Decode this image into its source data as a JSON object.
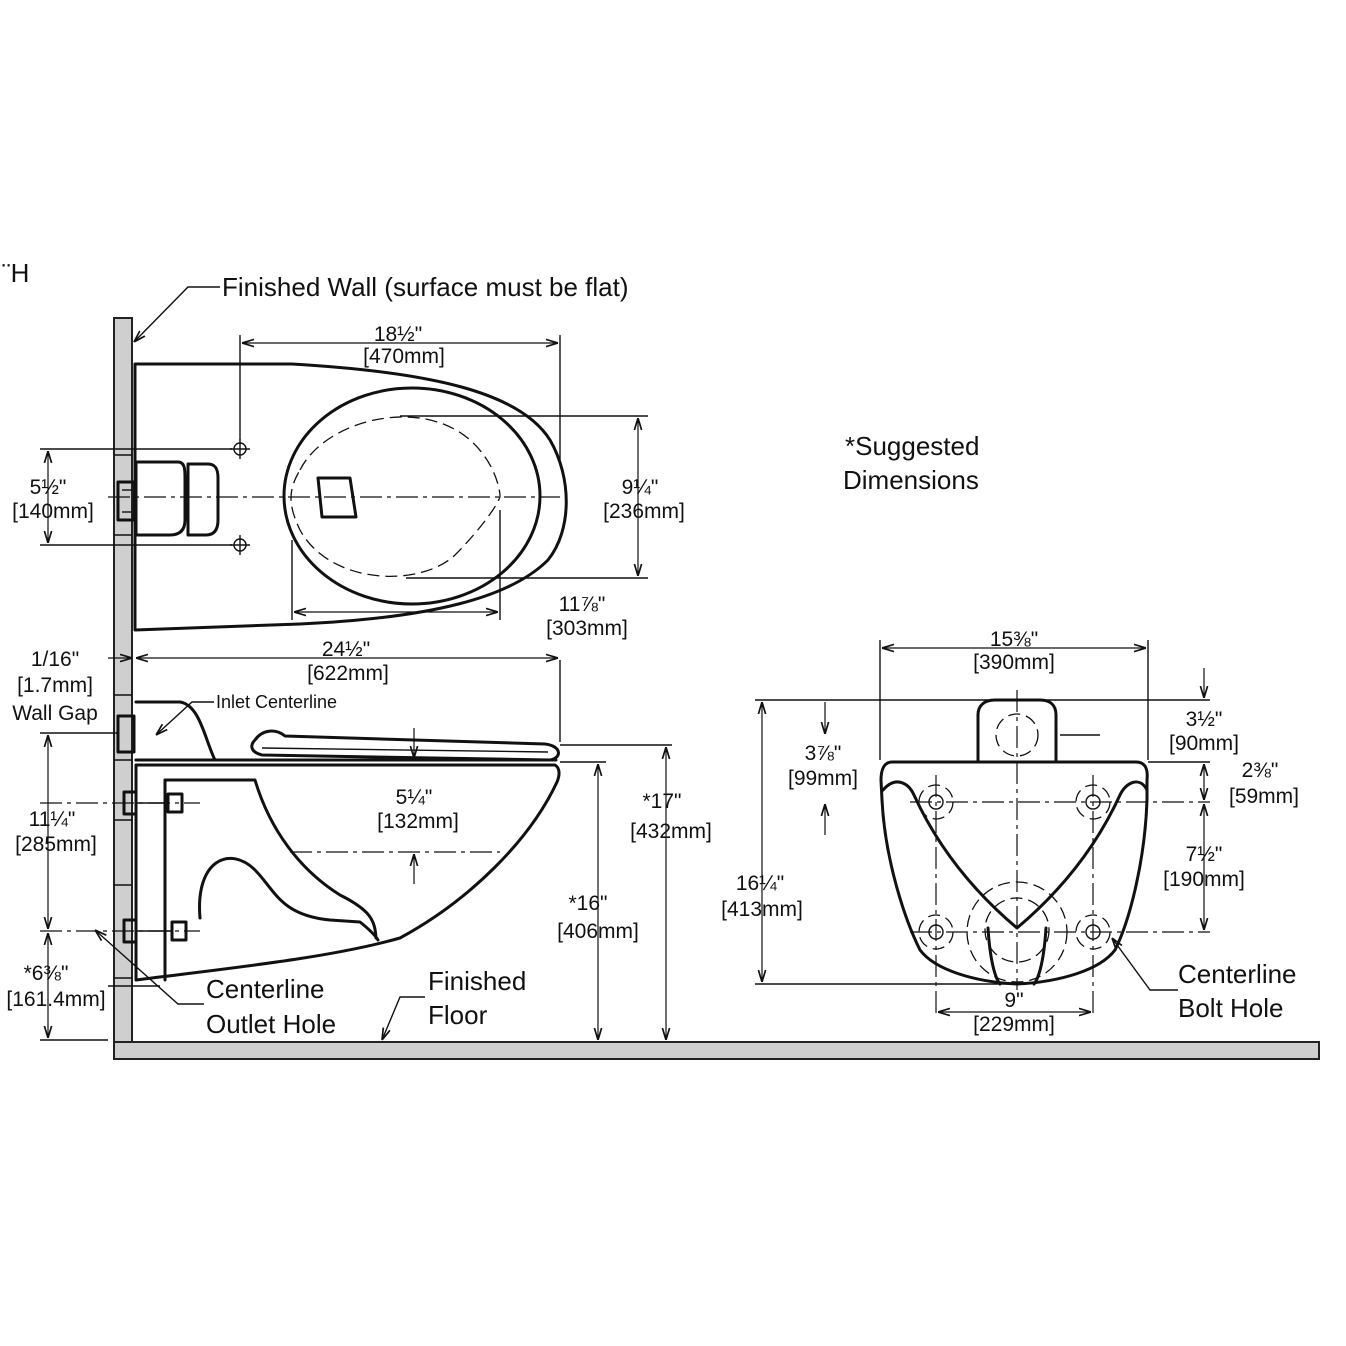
{
  "corner_label": "¨H",
  "labels": {
    "finished_wall": "Finished Wall (surface must be flat)",
    "suggested": "*Suggested",
    "dimensions": "Dimensions",
    "inlet_centerline": "Inlet Centerline",
    "wall_gap": "Wall Gap",
    "centerline": "Centerline",
    "outlet_hole": "Outlet Hole",
    "finished": "Finished",
    "floor": "Floor",
    "bolt_centerline": "Centerline",
    "bolt_hole": "Bolt Hole"
  },
  "dims": {
    "top_width": {
      "in": "18½\"",
      "mm": "[470mm]"
    },
    "top_mount": {
      "in": "5½\"",
      "mm": "[140mm]"
    },
    "top_height": {
      "in": "9¼\"",
      "mm": "[236mm]"
    },
    "top_seat": {
      "in": "11⅞\"",
      "mm": "[303mm]"
    },
    "gap": {
      "in": "1/16\"",
      "mm": "[1.7mm]"
    },
    "side_depth": {
      "in": "24½\"",
      "mm": "[622mm]"
    },
    "side_bowl": {
      "in": "5¼\"",
      "mm": "[132mm]"
    },
    "side_17": {
      "in": "*17\"",
      "mm": "[432mm]"
    },
    "side_16": {
      "in": "*16\"",
      "mm": "[406mm]"
    },
    "side_bolt": {
      "in": "11¼\"",
      "mm": "[285mm]"
    },
    "side_outlet": {
      "in": "*6⅜\"",
      "mm": "[161.4mm]"
    },
    "front_width": {
      "in": "15⅜\"",
      "mm": "[390mm]"
    },
    "front_inlet": {
      "in": "3½\"",
      "mm": "[90mm]"
    },
    "front_top": {
      "in": "3⅞\"",
      "mm": "[99mm]"
    },
    "front_upper": {
      "in": "2⅜\"",
      "mm": "[59mm]"
    },
    "front_mid": {
      "in": "7½\"",
      "mm": "[190mm]"
    },
    "front_height": {
      "in": "16¼\"",
      "mm": "[413mm]"
    },
    "front_bolts": {
      "in": "9\"",
      "mm": "[229mm]"
    }
  }
}
